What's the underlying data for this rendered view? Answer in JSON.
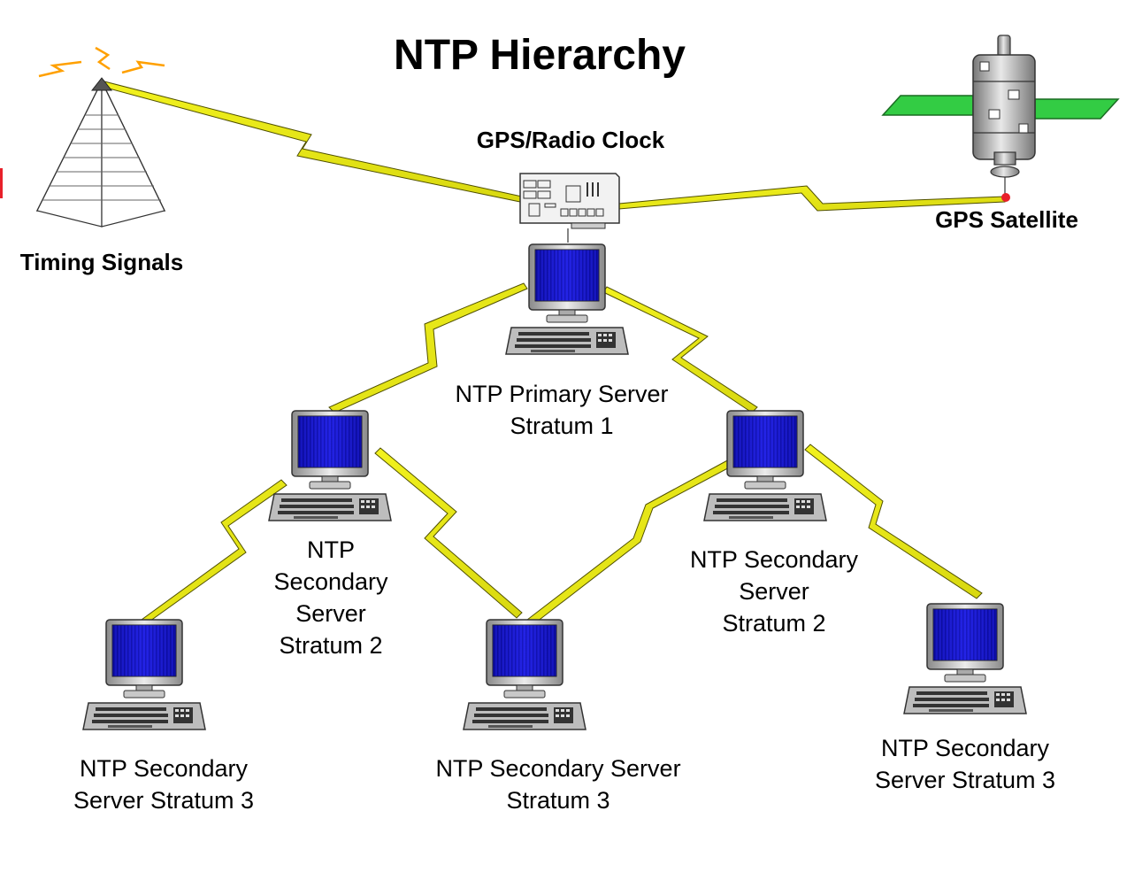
{
  "title": "NTP Hierarchy",
  "labels": {
    "gps_radio_clock": "GPS/Radio Clock",
    "gps_satellite": "GPS Satellite",
    "timing_signals": "Timing Signals",
    "primary": [
      "NTP Primary Server",
      "Stratum 1"
    ],
    "secondary_left": [
      "NTP",
      "Secondary",
      "Server",
      "Stratum 2"
    ],
    "secondary_right": [
      "NTP Secondary",
      "Server",
      "Stratum 2"
    ],
    "tertiary_left": [
      "NTP Secondary",
      "Server Stratum 3"
    ],
    "tertiary_mid": [
      "NTP Secondary Server",
      "Stratum 3"
    ],
    "tertiary_right": [
      "NTP Secondary",
      "Server Stratum 3"
    ]
  },
  "icons": {
    "computer": "computer-icon",
    "clock_card": "gps-radio-clock-card-icon",
    "satellite": "gps-satellite-icon",
    "tower": "radio-tower-icon",
    "link": "lightning-link"
  },
  "colors": {
    "screen": "#1515c8",
    "link": "#e8e81a",
    "monitor": "#c8c8c8",
    "solar_panel": "#33cc44",
    "signal": "#ffa000",
    "accent": "#e8202a"
  }
}
